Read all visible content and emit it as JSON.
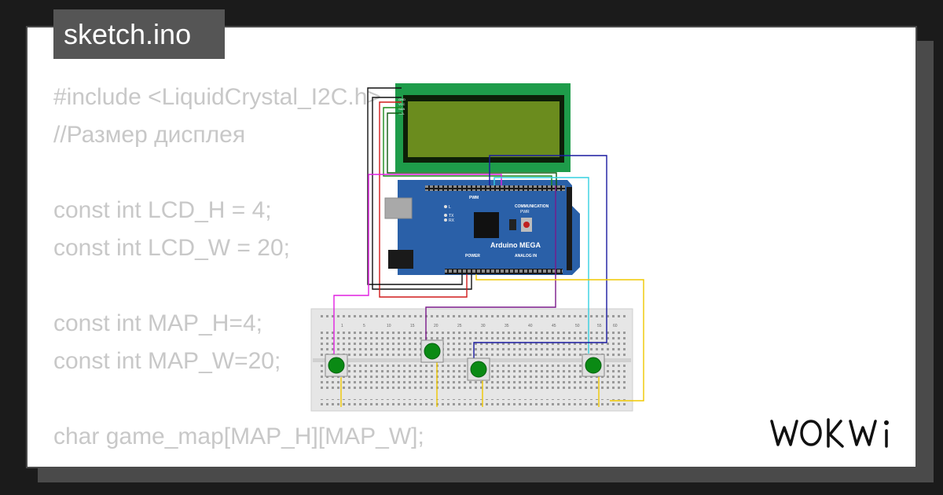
{
  "project": {
    "filename": "sketch.ino"
  },
  "code_lines": [
    "#include <LiquidCrystal_I2C.h>",
    "//Размер дисплея",
    "",
    "const int LCD_H = 4;",
    "const int LCD_W = 20;",
    "",
    "const int MAP_H=4;",
    "const int MAP_W=20;",
    "",
    "char game_map[MAP_H][MAP_W];"
  ],
  "board": {
    "name": "Arduino MEGA",
    "labels": {
      "pwm": "PWM",
      "communication": "COMMUNICATION",
      "power": "POWER",
      "analog_in": "ANALOG IN",
      "pwr": "PWR",
      "l": "L",
      "tx": "TX",
      "rx": "RX"
    }
  },
  "lcd": {
    "pins": [
      "GND",
      "VCC",
      "SDA",
      "SCL"
    ]
  },
  "breadboard": {
    "column_numbers": [
      "1",
      "5",
      "10",
      "15",
      "20",
      "25",
      "30",
      "35",
      "40",
      "45",
      "50",
      "55",
      "60"
    ]
  },
  "buttons": [
    {
      "id": "btn1",
      "color": "#0a8a14"
    },
    {
      "id": "btn2",
      "color": "#0a8a14"
    },
    {
      "id": "btn3",
      "color": "#0a8a14"
    },
    {
      "id": "btn4",
      "color": "#0a8a14"
    }
  ],
  "wire_colors": {
    "black": "#111111",
    "red": "#d11a1a",
    "green": "#1a8a1a",
    "magenta": "#e020e0",
    "purple": "#7a1a8a",
    "cyan": "#35d0e0",
    "blue": "#1a1aa0",
    "yellow": "#f0c800"
  },
  "branding": {
    "logo": "WOKWi"
  },
  "colors": {
    "background": "#1b1b1b",
    "card": "#ffffff",
    "card_border": "#4a4a4a",
    "code_text": "#c8c8c8",
    "board_blue": "#2a60a8",
    "lcd_frame": "#1e9c4a",
    "lcd_screen": "#6b8c1e"
  }
}
